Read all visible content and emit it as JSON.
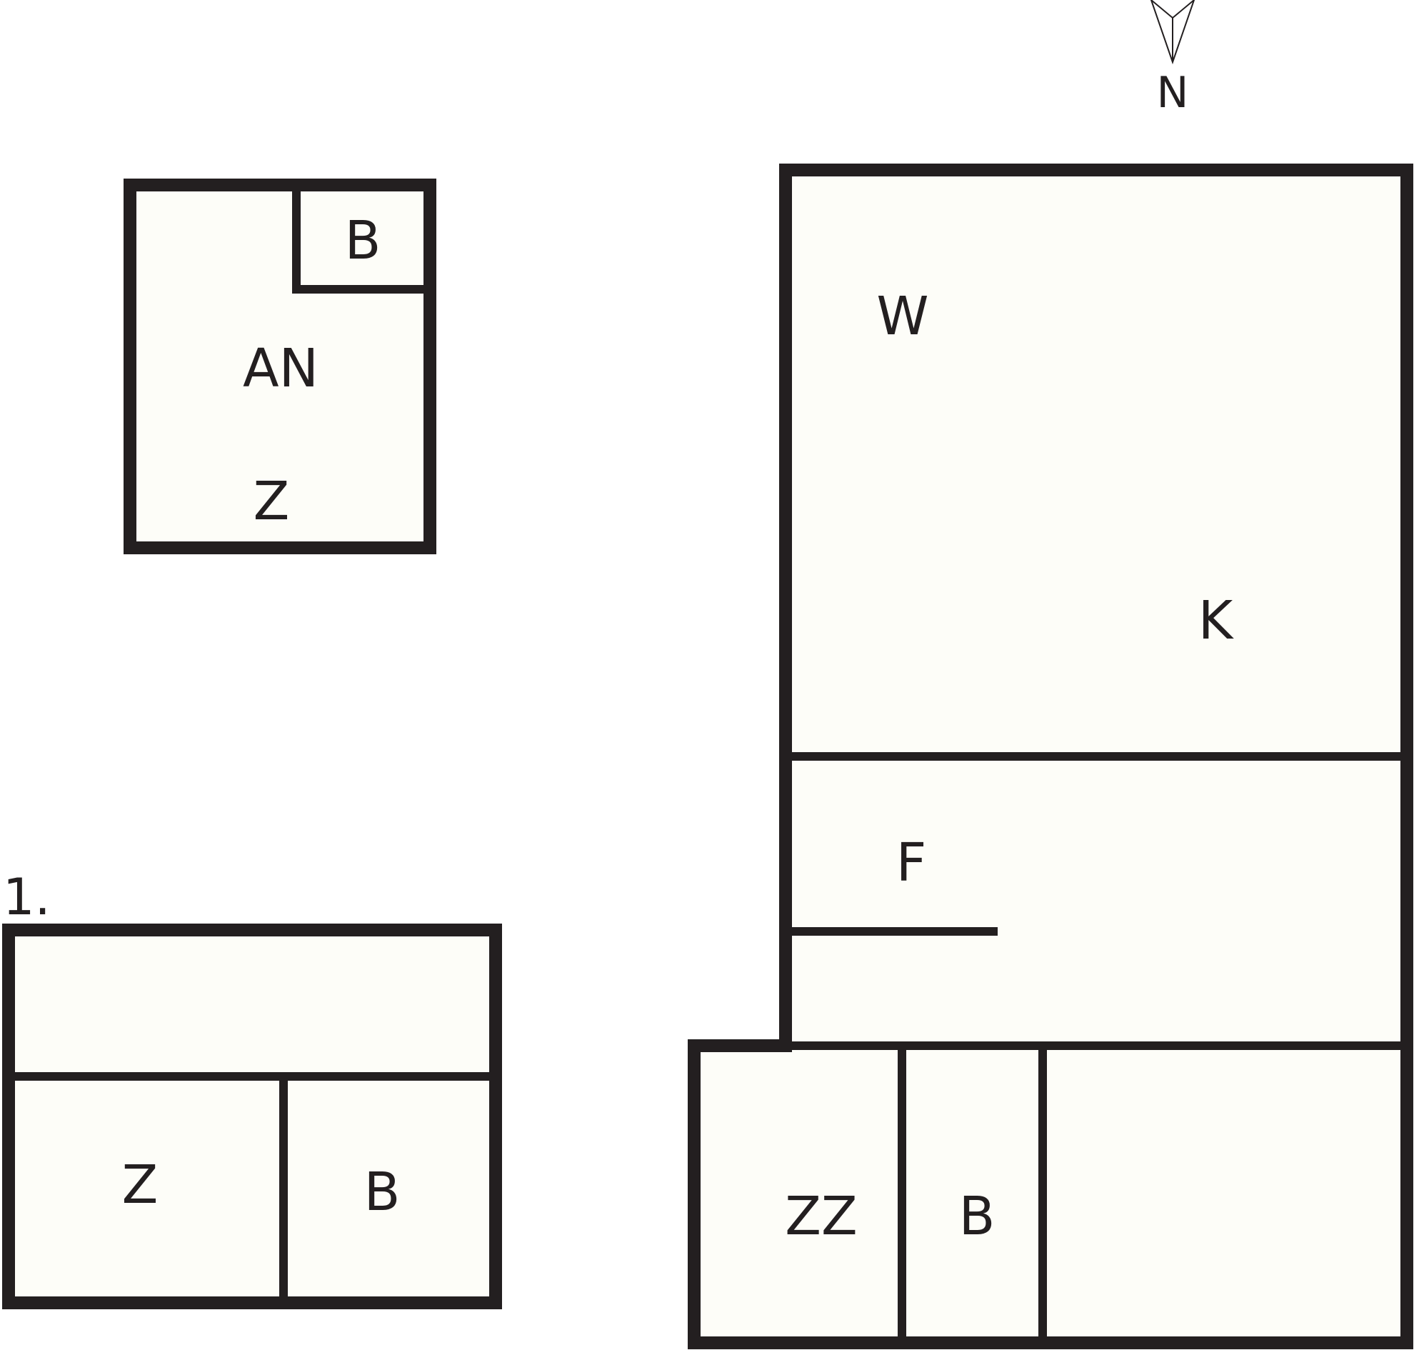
{
  "compass": {
    "label": "N"
  },
  "floor_plans": {
    "annex": {
      "rooms": {
        "bath": "B",
        "entrance": "AN",
        "room": "Z"
      }
    },
    "first_floor": {
      "label": "1.",
      "rooms": {
        "room": "Z",
        "bath": "B"
      }
    },
    "main": {
      "rooms": {
        "living": "W",
        "kitchen": "K",
        "hallway": "F",
        "double_room": "ZZ",
        "bath": "B"
      }
    }
  },
  "colors": {
    "wall": "#231f20",
    "floor": "#fdfdf8",
    "background": "#ffffff"
  }
}
